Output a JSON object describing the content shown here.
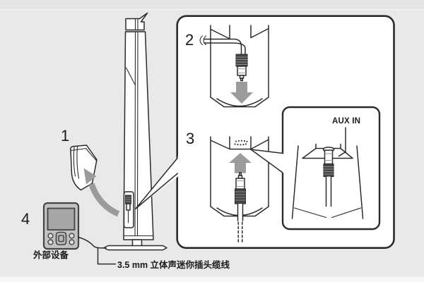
{
  "figure": {
    "type": "speaker-aux-connection-instruction-diagram",
    "steps": [
      {
        "number": "1"
      },
      {
        "number": "2"
      },
      {
        "number": "3"
      },
      {
        "number": "4"
      }
    ],
    "labels": {
      "aux_in": "AUX IN",
      "external_device": "外部设备",
      "cable": "3.5 mm 立体声迷你插头缆线"
    },
    "colors": {
      "background": "#e9e9e9",
      "panel": "#ffffff",
      "line": "#2b2b2b",
      "arrow": "#9b9b9b",
      "text": "#1a1a1a"
    }
  }
}
